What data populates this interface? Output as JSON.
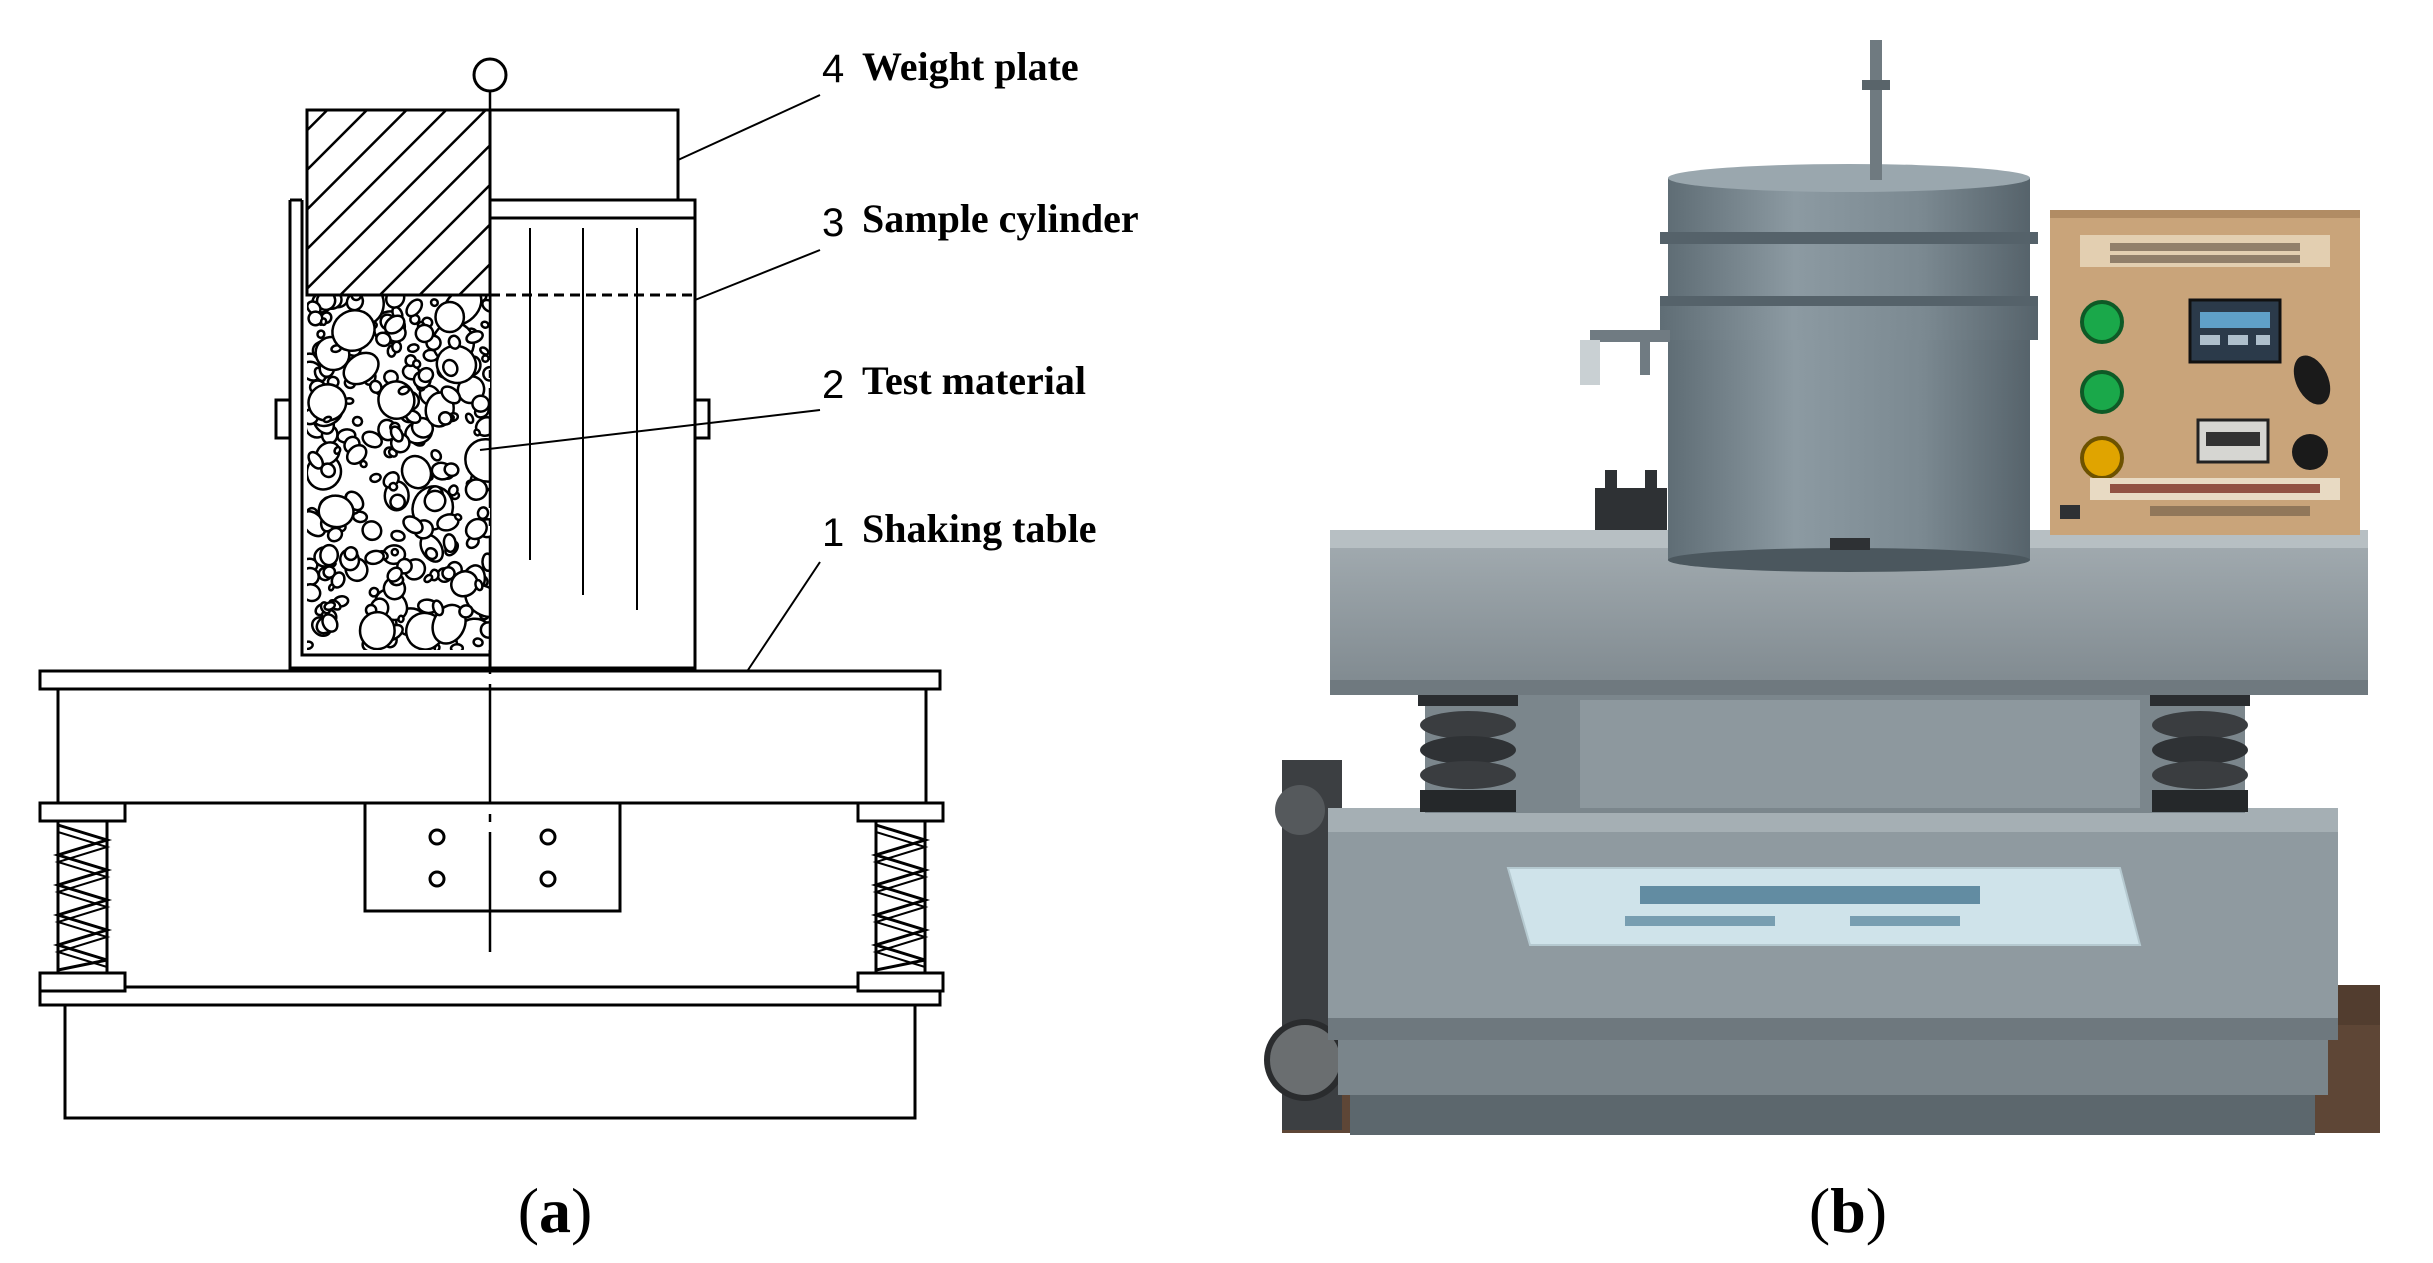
{
  "panel_a": {
    "label_letter": "a",
    "callouts": [
      {
        "number": "4",
        "text": "Weight plate"
      },
      {
        "number": "3",
        "text": "Sample cylinder"
      },
      {
        "number": "2",
        "text": "Test material"
      },
      {
        "number": "1",
        "text": "Shaking table"
      }
    ]
  },
  "panel_b": {
    "label_letter": "b"
  },
  "colors": {
    "machine_gray": "#8b979e",
    "cylinder_gray": "#76858d",
    "panel_tan": "#c9a47a",
    "plaque_blue": "#cfe3ea",
    "floor_brown": "#5e4636"
  }
}
